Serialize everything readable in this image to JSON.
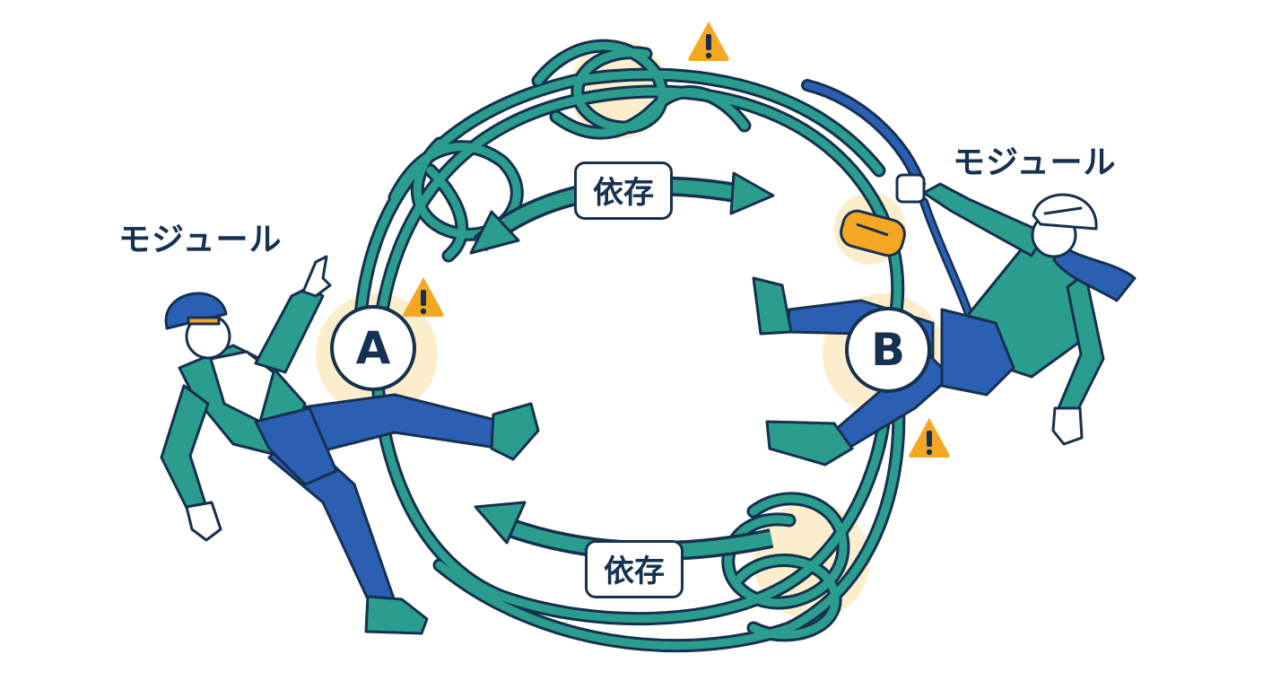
{
  "modules": {
    "left_label": "モジュール",
    "right_label": "モジュール",
    "a_label": "A",
    "b_label": "B"
  },
  "dependencies": {
    "top_label": "依存",
    "bottom_label": "依存"
  },
  "icons": {
    "warning": "warning-icon",
    "climber": "climber-figure"
  },
  "colors": {
    "rope": "#2a9d8f",
    "outline": "#16304f",
    "blue": "#2b5fb4",
    "warning": "#f5a623",
    "highlight": "#f7d27a"
  }
}
